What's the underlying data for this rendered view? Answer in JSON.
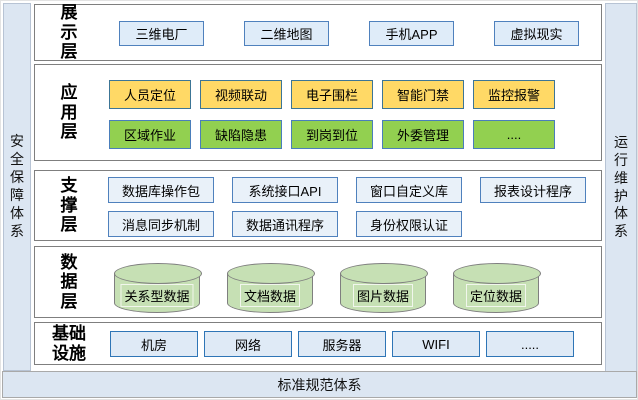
{
  "side_left": {
    "label": "安全保障体系"
  },
  "side_right": {
    "label": "运行维护体系"
  },
  "bottom_bar": {
    "label": "标准规范体系"
  },
  "layers": {
    "presentation": {
      "label": "展示层",
      "items": [
        "三维电厂",
        "二维地图",
        "手机APP",
        "虚拟现实"
      ]
    },
    "application": {
      "label": "应用层",
      "row1": [
        "人员定位",
        "视频联动",
        "电子围栏",
        "智能门禁",
        "监控报警"
      ],
      "row2": [
        "区域作业",
        "缺陷隐患",
        "到岗到位",
        "外委管理",
        "...."
      ]
    },
    "support": {
      "label": "支撑层",
      "row1": [
        "数据库操作包",
        "系统接口API",
        "窗口自定义库",
        "报表设计程序"
      ],
      "row2": [
        "消息同步机制",
        "数据通讯程序",
        "身份权限认证"
      ]
    },
    "data": {
      "label": "数据层",
      "items": [
        "关系型数据",
        "文档数据",
        "图片数据",
        "定位数据"
      ]
    },
    "infrastructure": {
      "label": "基础设施",
      "items": [
        "机房",
        "网络",
        "服务器",
        "WIFI",
        "....."
      ]
    }
  },
  "colors": {
    "app_yellow": "#FFD966",
    "app_green": "#92D050",
    "light_blue_box": "#DFECF9",
    "cylinder_green": "#C6E0B4",
    "pillar_blue": "#DCE6F2",
    "container_border": "#7F7F7F",
    "blue_border": "#4F81BD"
  }
}
